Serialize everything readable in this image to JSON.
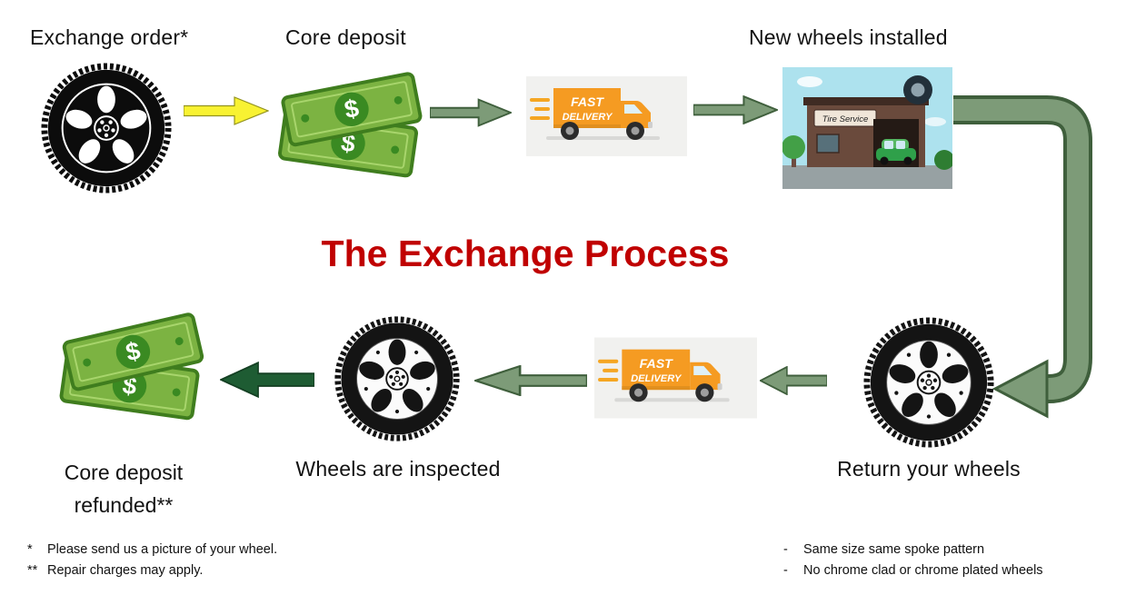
{
  "title": {
    "text": "The Exchange Process"
  },
  "labels": {
    "exchange_order": "Exchange order*",
    "core_deposit": "Core deposit",
    "new_wheels_installed": "New wheels installed",
    "return_your_wheels": "Return your wheels",
    "wheels_are_inspected": "Wheels are inspected",
    "core_deposit_refunded": [
      "Core deposit",
      "refunded**"
    ]
  },
  "graphics": {
    "truck": {
      "line1": "FAST",
      "line2": "DELIVERY"
    },
    "shop_sign": "Tire Service",
    "dollar": "$"
  },
  "footnotes_left": [
    {
      "marker": "*",
      "text": "Please send us a picture of your wheel."
    },
    {
      "marker": "**",
      "text": "Repair charges may apply."
    }
  ],
  "footnotes_right": [
    {
      "marker": "-",
      "text": "Same size same spoke pattern"
    },
    {
      "marker": "-",
      "text": "No chrome clad or chrome plated wheels"
    }
  ],
  "icons": [
    "black-wheel-icon",
    "white-wheel-icon",
    "money-bills-icon",
    "delivery-truck-icon",
    "tire-service-shop-icon",
    "yellow-arrow-right-icon",
    "green-arrow-right-icon",
    "green-arrow-left-icon",
    "dark-green-arrow-left-icon",
    "curved-down-arrow-icon"
  ],
  "colors": {
    "title_red": "#C00000",
    "arrow_yellow": "#F8F232",
    "arrow_green": "#7D9B78",
    "arrow_green_outline": "#3F5F3C",
    "arrow_dark_green": "#1E5C33",
    "money_green": "#7CB342",
    "truck_orange": "#F59B22"
  }
}
